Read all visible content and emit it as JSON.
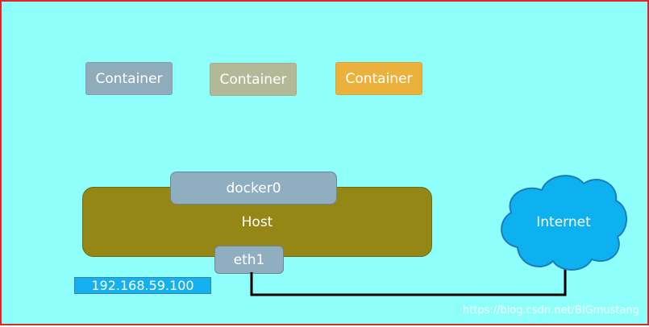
{
  "containers": [
    {
      "label": "Container",
      "color": "#8facbc"
    },
    {
      "label": "Container",
      "color": "#b3b896"
    },
    {
      "label": "Container",
      "color": "#eab23c"
    }
  ],
  "host": {
    "label": "Host",
    "color": "#948716"
  },
  "docker0": {
    "label": "docker0",
    "color": "#8faebf"
  },
  "eth1": {
    "label": "eth1",
    "color": "#8faebf"
  },
  "ip_address": {
    "label": "192.168.59.100",
    "color": "#15b1ef"
  },
  "internet": {
    "label": "Internet",
    "color": "#0eb1ef"
  },
  "watermark": "https://blog.csdn.net/BIGmustang",
  "colors": {
    "background": "#8ffffc",
    "frame": "#e0262b",
    "wire": "#000000"
  }
}
